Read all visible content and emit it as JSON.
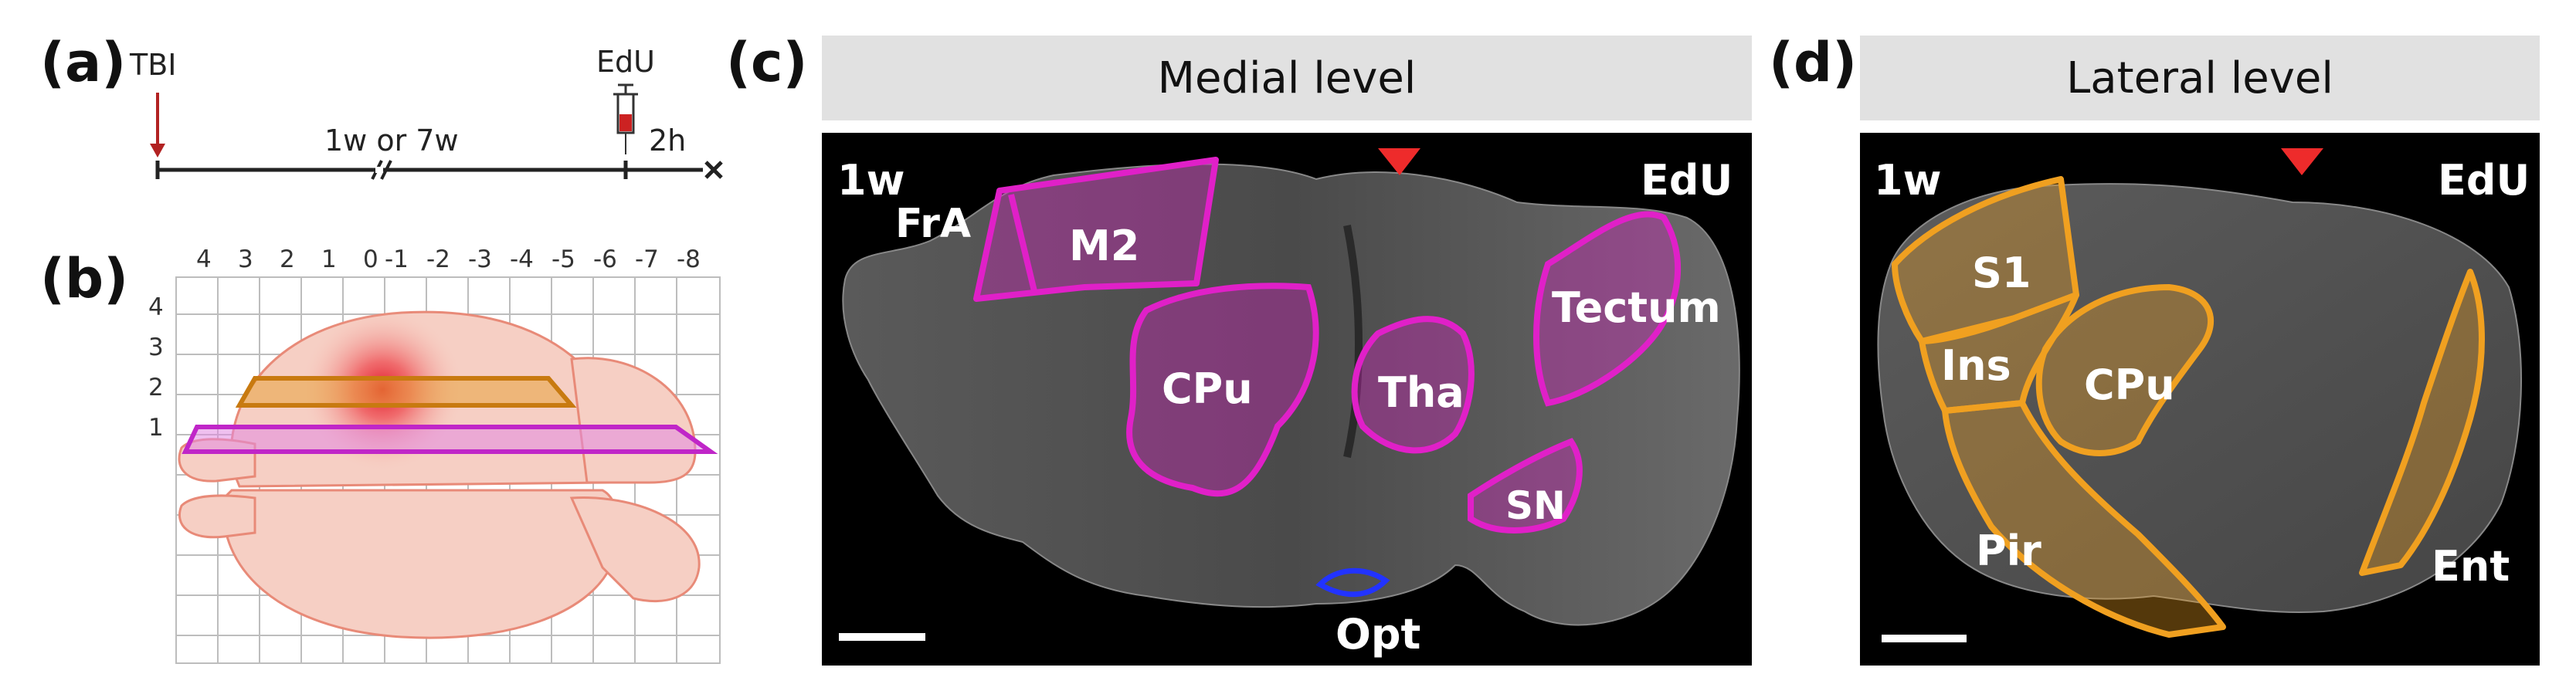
{
  "panel_a": {
    "letter": "(a)",
    "tbi_label": "TBI",
    "edu_label": "EdU",
    "interval_label": "1w or 7w",
    "duration_label": "2h",
    "end_mark": "×",
    "colors": {
      "arrow": "#b22222",
      "line": "#222222",
      "syringe_fill": "#cc2222"
    }
  },
  "panel_b": {
    "letter": "(b)",
    "x_ticks": [
      "4",
      "3",
      "2",
      "1",
      "0",
      "-1",
      "-2",
      "-3",
      "-4",
      "-5",
      "-6",
      "-7",
      "-8"
    ],
    "y_ticks": [
      "4",
      "3",
      "2",
      "1"
    ],
    "colors": {
      "brain": "#f6c9bd",
      "brain_edge": "#e88a78",
      "lesion": "#e01a2a",
      "lateral_band": "#e8a23c",
      "medial_band": "#c026c8"
    }
  },
  "panel_c": {
    "letter": "(c)",
    "header": "Medial level",
    "time_label": "1w",
    "stain_label": "EdU",
    "regions": {
      "fra": "FrA",
      "m2": "M2",
      "cpu": "CPu",
      "tha": "Tha",
      "tectum": "Tectum",
      "sn": "SN",
      "opt": "Opt"
    },
    "colors": {
      "outline": "#e020c8",
      "opt_outline": "#2233ff",
      "marker": "#ee2b2b"
    }
  },
  "panel_d": {
    "letter": "(d)",
    "header": "Lateral level",
    "time_label": "1w",
    "stain_label": "EdU",
    "regions": {
      "s1": "S1",
      "ins": "Ins",
      "cpu": "CPu",
      "pir": "Pir",
      "ent": "Ent"
    },
    "colors": {
      "outline": "#f0a020",
      "marker": "#ee2b2b"
    }
  }
}
